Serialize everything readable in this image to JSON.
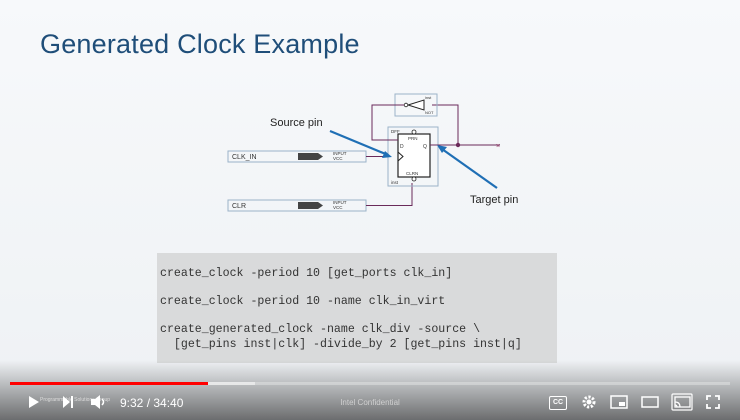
{
  "slide": {
    "title": "Generated Clock Example",
    "labels": {
      "source_pin": "Source pin",
      "target_pin": "Target pin",
      "clk_in": "CLK_IN",
      "clr": "CLR",
      "input": "INPUT",
      "vcc": "VCC",
      "dff": "DFF",
      "inst": "inst",
      "prn": "PRN",
      "clrn": "CLRN",
      "d": "D",
      "q": "Q",
      "not_gate": "NOT"
    },
    "code": [
      "create_clock -period 10 [get_ports clk_in]",
      "create_clock -period 10 -name clk_in_virt",
      "create_generated_clock -name clk_div -source \\",
      "  [get_pins inst|clk] -divide_by 2 [get_pins inst|q]"
    ],
    "footer": "Intel Confidential"
  },
  "player": {
    "current_time": "9:32",
    "duration": "34:40",
    "time_text": "9:32 / 34:40",
    "chapter_hint": "Programmable Solutions Group",
    "played_fraction": 0.275,
    "buffered_fraction": 0.34,
    "cc_label": "CC",
    "accent_color": "#ff0000"
  }
}
